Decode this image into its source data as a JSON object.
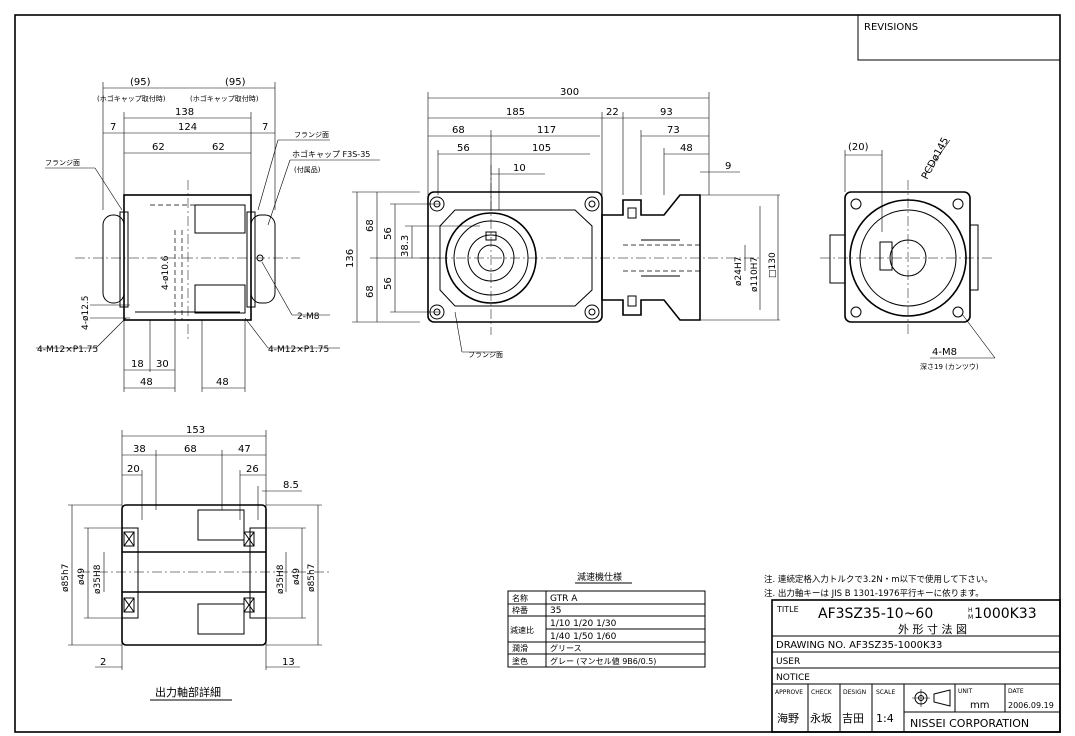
{
  "revisions": {
    "label": "REVISIONS"
  },
  "front_view": {
    "dims": {
      "d95_left": "(95)",
      "d95_right": "(95)",
      "cap_note_left": "(ホゴキャップ取付時)",
      "cap_note_right": "(ホゴキャップ取付時)",
      "d138": "138",
      "d7_left": "7",
      "d124": "124",
      "d7_right": "7",
      "d62_left": "62",
      "d62_right": "62",
      "d18": "18",
      "d30": "30",
      "d48_left": "48",
      "d48_right": "48",
      "hole_10_6": "4-ø10.6",
      "hole_12_5": "4-ø12.5"
    },
    "labels": {
      "flange_face_left": "フランジ面",
      "flange_face_right": "フランジ面",
      "cap_name": "ホゴキャップ F3S-35",
      "cap_included": "(付属品)",
      "m12_left": "4-M12×P1.75",
      "m12_right": "4-M12×P1.75",
      "m8": "2-M8"
    }
  },
  "side_view": {
    "dims": {
      "d300": "300",
      "d185": "185",
      "d22": "22",
      "d93": "93",
      "d68": "68",
      "d117": "117",
      "d73": "73",
      "d56": "56",
      "d105": "105",
      "d48": "48",
      "d10": "10",
      "d9": "9",
      "v136": "136",
      "v68_top": "68",
      "v68_bot": "68",
      "v56_top": "56",
      "v56_bot": "56",
      "v38_3": "38.3",
      "phi24": "ø24H7",
      "phi110": "ø110H7",
      "sq130": "□130"
    },
    "labels": {
      "flange_face": "フランジ面"
    }
  },
  "end_view": {
    "dims": {
      "d20": "(20)",
      "pcd": "PCDø145"
    },
    "labels": {
      "m8": "4-M8",
      "depth": "深さ19 (カンツウ)"
    }
  },
  "shaft_detail": {
    "dims": {
      "d153": "153",
      "d38": "38",
      "d68": "68",
      "d47": "47",
      "d20": "20",
      "d26": "26",
      "d8_5": "8.5",
      "d2": "2",
      "d13": "13",
      "phi85_l": "ø85h7",
      "phi49_l": "ø49",
      "phi35_l": "ø35H8",
      "phi35_r": "ø35H8",
      "phi49_r": "ø49",
      "phi85_r": "ø85h7"
    },
    "title": "出力軸部詳細"
  },
  "spec_table": {
    "title": "減速機仕様",
    "rows": [
      {
        "key": "名称",
        "val": "GTR A"
      },
      {
        "key": "枠番",
        "val": "35"
      },
      {
        "key": "減速比",
        "val": "1/10 1/20 1/30",
        "val2": "1/40 1/50 1/60"
      },
      {
        "key": "潤滑",
        "val": "グリース"
      },
      {
        "key": "塗色",
        "val": "グレー (マンセル値 9B6/0.5)"
      }
    ]
  },
  "notes": {
    "n1": "注. 連続定格入力トルクで3.2N・m以下で使用して下さい。",
    "n2": "注. 出力軸キーは JIS B 1301-1976平行キーに依ります。"
  },
  "title_block": {
    "title_label": "TITLE",
    "title_main": "AF3SZ35-10~60",
    "title_sup": "H",
    "title_sub": "M",
    "title_tail": "1000K33",
    "title_jp": "外 形 寸 法 図",
    "drawing_no": "DRAWING NO. AF3SZ35-1000K33",
    "user": "USER",
    "notice": "NOTICE",
    "approve": "APPROVE",
    "check": "CHECK",
    "design": "DESIGN",
    "scale": "SCALE",
    "unit": "UNIT",
    "date": "DATE",
    "approve_name": "海野",
    "check_name": "永坂",
    "design_name": "吉田",
    "scale_val": "1:4",
    "unit_val": "mm",
    "date_val": "2006.09.19",
    "company": "NISSEI  CORPORATION"
  }
}
